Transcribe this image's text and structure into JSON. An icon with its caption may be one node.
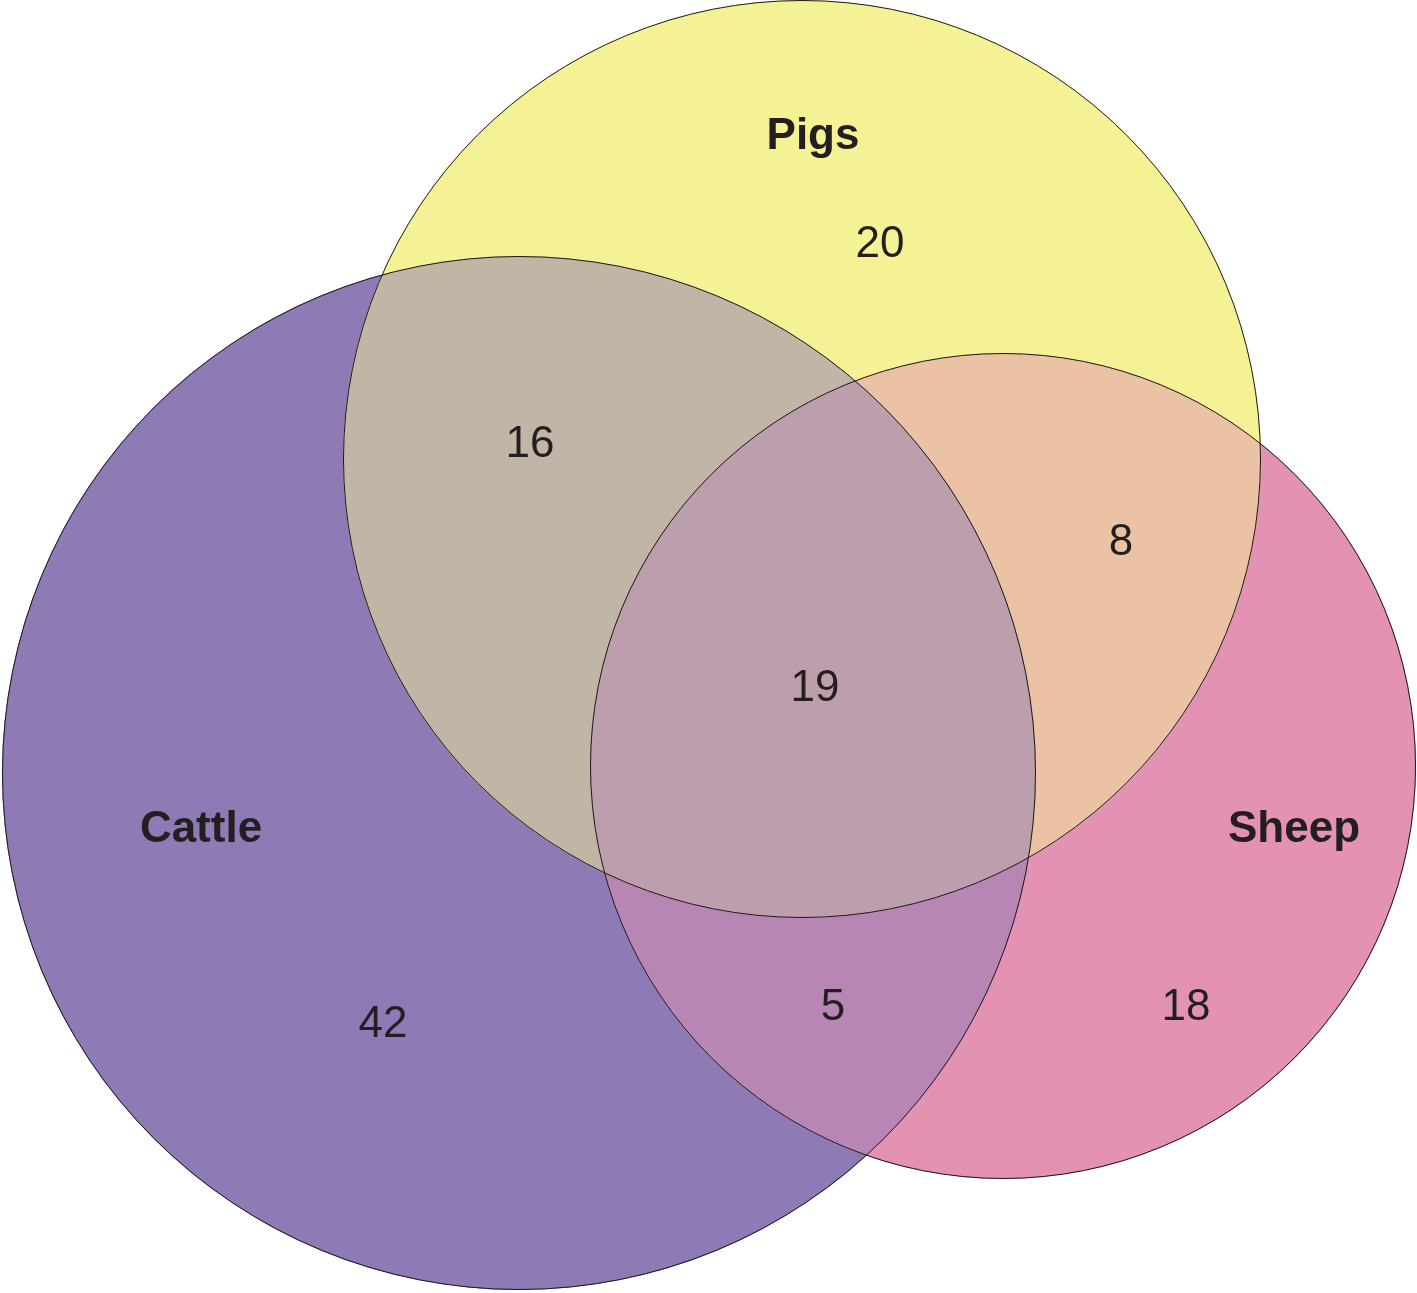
{
  "diagram": {
    "nodes": [
      {
        "text": [
          "Cattle"
        ]
      },
      {
        "text": [
          "Pigs"
        ]
      },
      {
        "text": [
          "Sheep"
        ]
      }
    ],
    "labels": [
      "20",
      "16",
      "8",
      "19",
      "42",
      "5",
      "18"
    ]
  }
}
